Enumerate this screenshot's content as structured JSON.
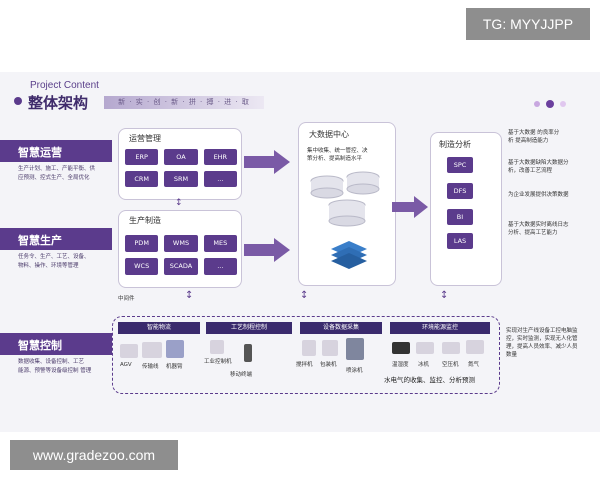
{
  "watermarks": {
    "top": "TG: MYYJJPP",
    "bottom": "www.gradezoo.com"
  },
  "header": {
    "project_label": "Project Content",
    "title": "整体架构",
    "tagline": "新 · 实 · 创 · 新 · 拼 · 搏 · 进 · 取",
    "dot_colors": [
      "#c8a7e0",
      "#6b3f9e",
      "#e0c7ef"
    ]
  },
  "left_bands": [
    {
      "title": "智慧运营",
      "desc": [
        "生产计划、施工、产能平衡、供",
        "应预测、控式生产、全局优化"
      ]
    },
    {
      "title": "智慧生产",
      "desc": [
        "任务令、生产、工艺、设备、",
        "物料、操作、环境等管理"
      ]
    },
    {
      "title": "智慧控制",
      "desc": [
        "数据收集、设备控制、工艺",
        "能源、预警等设备级控制 管理"
      ]
    }
  ],
  "ops_panel": {
    "title": "运营管理",
    "buttons": [
      "ERP",
      "OA",
      "EHR",
      "CRM",
      "SRM",
      "..."
    ]
  },
  "prod_panel": {
    "title": "生产制造",
    "buttons": [
      "PDM",
      "WMS",
      "MES",
      "WCS",
      "SCADA",
      "..."
    ]
  },
  "middleware": "中间件",
  "bigdata": {
    "title": "大数据中心",
    "desc": [
      "集中收集、统一管控、决",
      "策分析、提高制造水平"
    ]
  },
  "analysis": {
    "title": "制造分析",
    "buttons": [
      "SPC",
      "DFS",
      "BI",
      "LAS"
    ],
    "notes": [
      [
        "基于大数据 的良率分",
        "析 提高制造能力"
      ],
      [
        "基于大数据缺陷大数据分",
        "析，改善工艺流程"
      ],
      [
        "为企业发展提供决策数据"
      ],
      [
        "基于大数据实时离线日志",
        "分析、提高工艺能力"
      ]
    ]
  },
  "control": {
    "categories": [
      "智能物流",
      "工艺制程控制",
      "设备数据采集",
      "环境能源监控"
    ],
    "logistics_items": [
      "AGV",
      "传输线",
      "机器臂"
    ],
    "process_items": [
      "工业控制机",
      "移动终端"
    ],
    "equipment_items": [
      "搅拌机",
      "包装机",
      "喷涂机"
    ],
    "env_items": [
      "温湿度",
      "冰机",
      "空压机",
      "氮气"
    ],
    "env_caption": "水电气的收集、监控、分析预测",
    "right_note": [
      "实现对生产线设备工控电脑监",
      "控，实时监测，实现无人化管",
      "理，提高人员效率、减少人员",
      "数量"
    ]
  }
}
